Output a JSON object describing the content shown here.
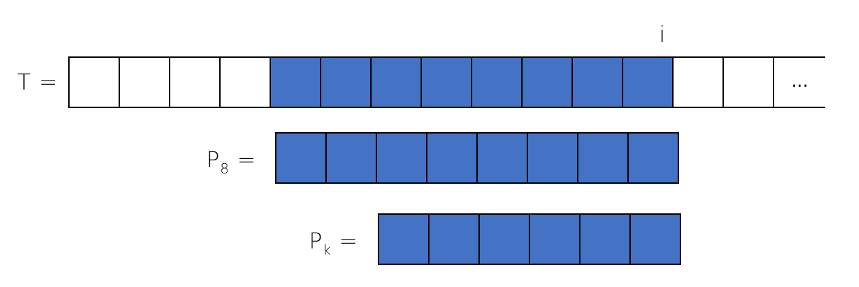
{
  "index_label": "i",
  "colors": {
    "filled": "#4472C4",
    "empty": "#FFFFFF",
    "border": "#000000"
  },
  "text_array": {
    "label": "T",
    "equals": "=",
    "cells": [
      {
        "filled": false,
        "text": ""
      },
      {
        "filled": false,
        "text": ""
      },
      {
        "filled": false,
        "text": ""
      },
      {
        "filled": false,
        "text": ""
      },
      {
        "filled": true,
        "text": ""
      },
      {
        "filled": true,
        "text": ""
      },
      {
        "filled": true,
        "text": ""
      },
      {
        "filled": true,
        "text": ""
      },
      {
        "filled": true,
        "text": ""
      },
      {
        "filled": true,
        "text": ""
      },
      {
        "filled": true,
        "text": ""
      },
      {
        "filled": true,
        "text": ""
      },
      {
        "filled": false,
        "text": ""
      },
      {
        "filled": false,
        "text": ""
      },
      {
        "filled": false,
        "text": "..."
      }
    ]
  },
  "pattern_8": {
    "label": "P",
    "subscript": "8",
    "equals": "=",
    "cells": [
      {
        "filled": true
      },
      {
        "filled": true
      },
      {
        "filled": true
      },
      {
        "filled": true
      },
      {
        "filled": true
      },
      {
        "filled": true
      },
      {
        "filled": true
      },
      {
        "filled": true
      }
    ]
  },
  "pattern_k": {
    "label": "P",
    "subscript": "k",
    "equals": "=",
    "cells": [
      {
        "filled": true
      },
      {
        "filled": true
      },
      {
        "filled": true
      },
      {
        "filled": true
      },
      {
        "filled": true
      },
      {
        "filled": true
      }
    ]
  }
}
